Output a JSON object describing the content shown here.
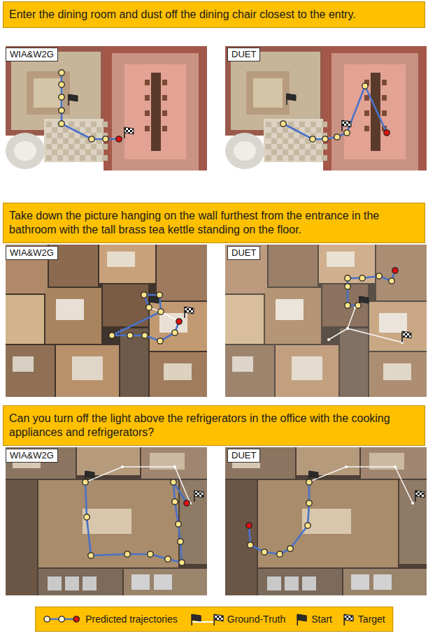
{
  "diagram": {
    "nodes": [
      {
        "text": [
          "Enter the dining room and dust off the dining chair closest to the entry."
        ]
      },
      {
        "text": [
          "WIA&W2G"
        ]
      },
      {
        "text": [
          "DUET"
        ]
      },
      {
        "text": [
          "Take down the picture hanging on the wall furthest from the entrance in the bathroom with the tall brass tea kettle standing on the floor."
        ]
      },
      {
        "text": [
          "WIA&W2G"
        ]
      },
      {
        "text": [
          "DUET"
        ]
      },
      {
        "text": [
          "Can you turn off the light above the refrigerators in the office with the cooking appliances and refrigerators?"
        ]
      },
      {
        "text": [
          "WIA&W2G"
        ]
      },
      {
        "text": [
          "DUET"
        ]
      }
    ],
    "legend": [
      {
        "text": "Predicted trajectories"
      },
      {
        "text": "Ground-Truth"
      },
      {
        "text": "Start"
      },
      {
        "text": "Target"
      }
    ]
  }
}
